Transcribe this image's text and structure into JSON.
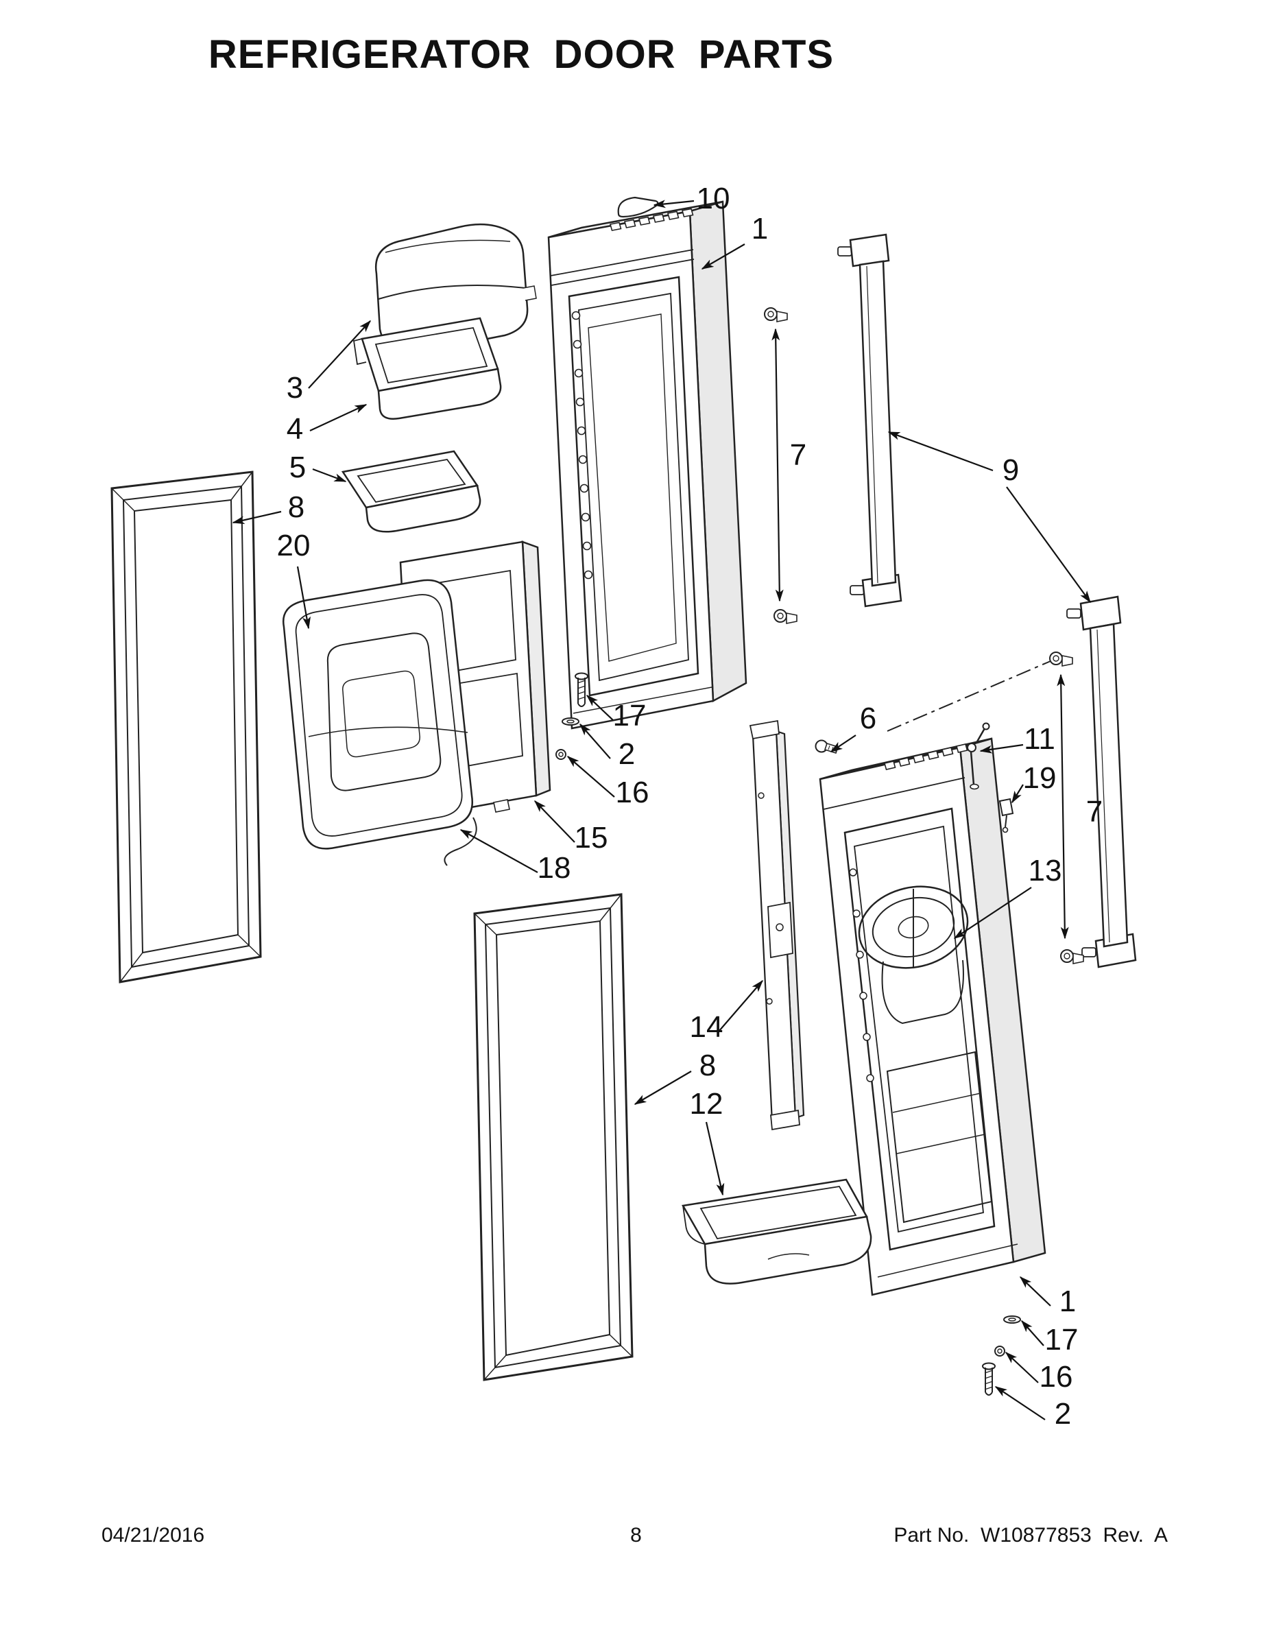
{
  "page": {
    "title": "REFRIGERATOR DOOR PARTS",
    "footer": {
      "date": "04/21/2016",
      "page_number": "8",
      "part_info": "Part No.  W10877853  Rev.  A"
    }
  },
  "colors": {
    "ink": "#111111",
    "paper": "#ffffff"
  },
  "callouts": [
    {
      "label": "10"
    },
    {
      "label": "1"
    },
    {
      "label": "3"
    },
    {
      "label": "4"
    },
    {
      "label": "5"
    },
    {
      "label": "8"
    },
    {
      "label": "20"
    },
    {
      "label": "7"
    },
    {
      "label": "9"
    },
    {
      "label": "17"
    },
    {
      "label": "2"
    },
    {
      "label": "16"
    },
    {
      "label": "15"
    },
    {
      "label": "18"
    },
    {
      "label": "6"
    },
    {
      "label": "11"
    },
    {
      "label": "19"
    },
    {
      "label": "7"
    },
    {
      "label": "13"
    },
    {
      "label": "14"
    },
    {
      "label": "8"
    },
    {
      "label": "12"
    },
    {
      "label": "1"
    },
    {
      "label": "17"
    },
    {
      "label": "16"
    },
    {
      "label": "2"
    }
  ]
}
